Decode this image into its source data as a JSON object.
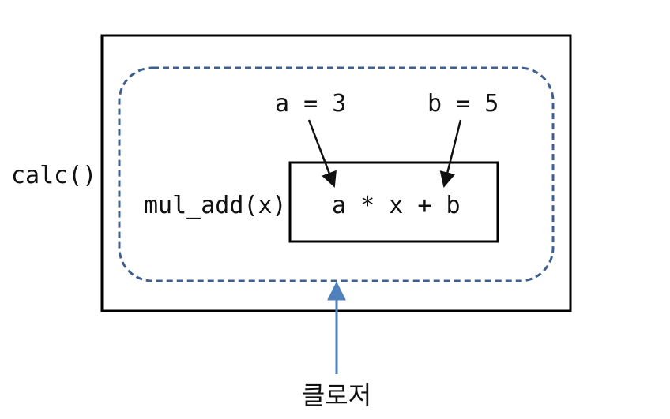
{
  "outer_function": {
    "label": "calc()"
  },
  "closure_scope": {
    "variables": [
      {
        "text": "a = 3"
      },
      {
        "text": "b = 5"
      }
    ]
  },
  "inner_function": {
    "label": "mul_add(x)",
    "body": "a * x + b"
  },
  "closure_label": {
    "text": "클로저"
  },
  "colors": {
    "box_stroke": "#000000",
    "closure_dash": "#3f5f8f",
    "closure_arrow": "#4f81bd",
    "arrow_black": "#111111"
  }
}
